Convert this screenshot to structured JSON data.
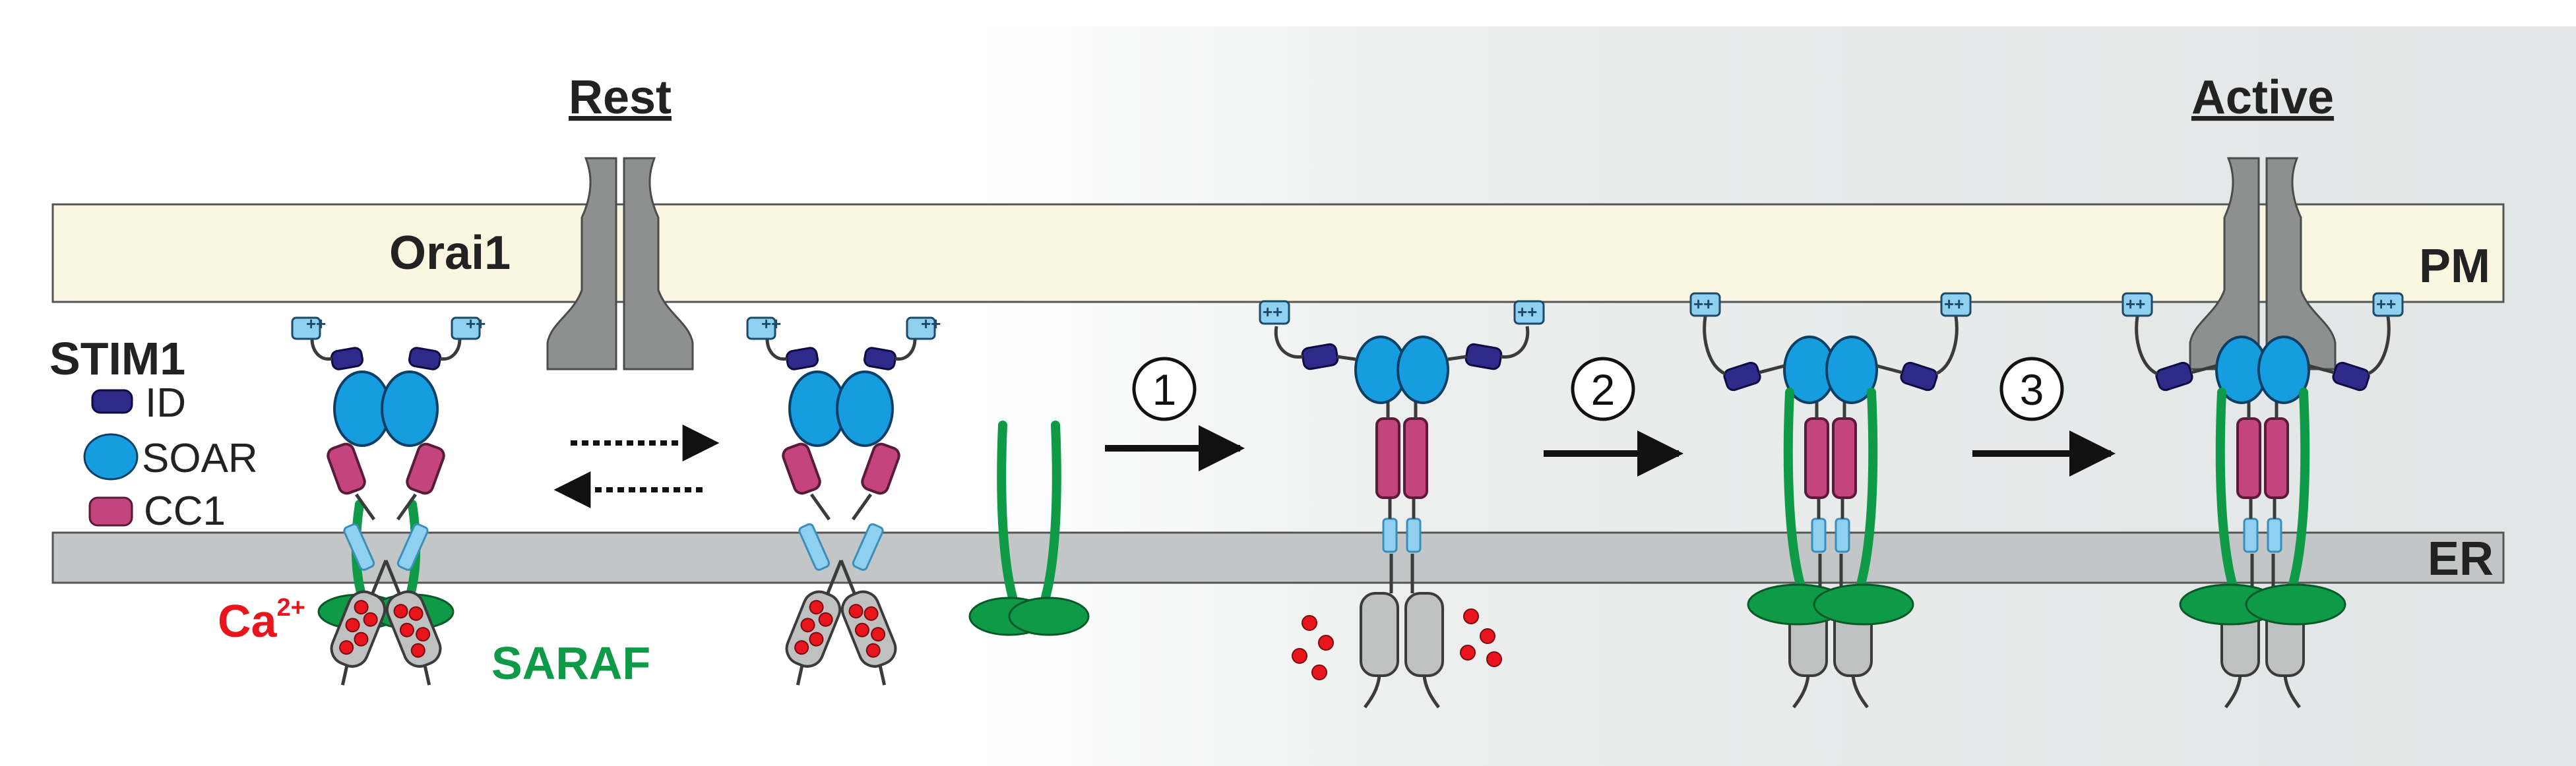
{
  "states": {
    "rest": "Rest",
    "active": "Active"
  },
  "labels": {
    "orai1": "Orai1",
    "pm": "PM",
    "er": "ER",
    "stim1": "STIM1",
    "saraf": "SARAF",
    "ca": "Ca",
    "ca_charge": "2+",
    "plus": "++"
  },
  "legend": [
    {
      "label": "ID"
    },
    {
      "label": "SOAR"
    },
    {
      "label": "CC1"
    }
  ],
  "steps": [
    "1",
    "2",
    "3"
  ],
  "colors": {
    "pm_fill": "#faf6e0",
    "er_fill": "#c3c6c6",
    "id": "#2e2a8a",
    "soar": "#169de0",
    "cc1": "#c4447e",
    "tm": "#8fd0f0",
    "saraf": "#0f9a47",
    "orai": "#8e9090",
    "ca": "#e8161c",
    "arrow": "#111111"
  }
}
